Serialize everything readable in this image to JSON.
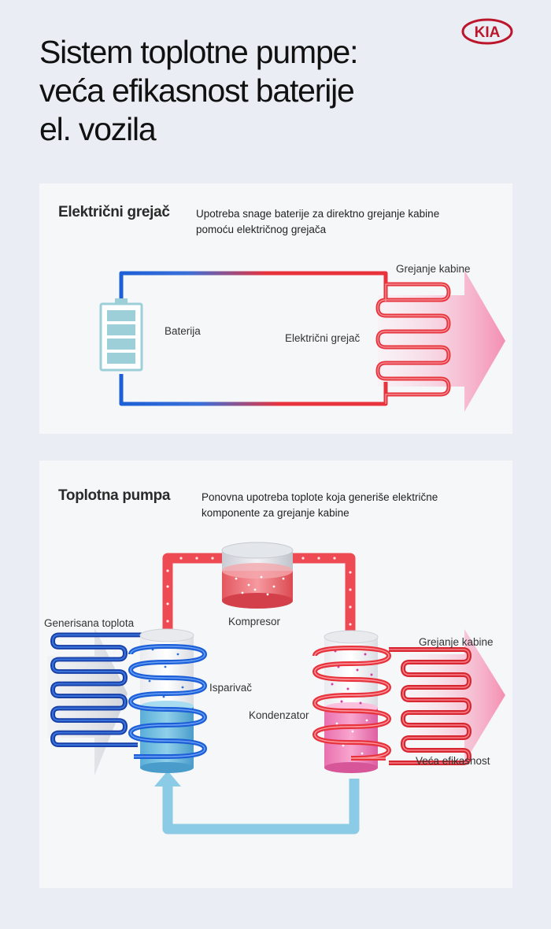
{
  "header": {
    "title_lines": [
      "Sistem toplotne pumpe:",
      "veća efikasnost baterije",
      "el. vozila"
    ],
    "logo_text": "KIA"
  },
  "colors": {
    "background": "#eaeef4",
    "panel": "#f6f7f8",
    "hot_red": "#e8323c",
    "cold_blue": "#1c5fd6",
    "light_blue": "#8ccbe6",
    "pink_arrow": "#f48fb2",
    "logo_red": "#bb162b"
  },
  "electric_heater": {
    "heading": "Električni grejač",
    "description_lines": [
      "Upotreba snage baterije za direktno grejanje kabine",
      "pomoću električnog grejača"
    ],
    "battery_label": "Baterija",
    "heater_label": "Električni grejač",
    "cabin_heating_label": "Grejanje kabine"
  },
  "heat_pump": {
    "heading": "Toplotna pumpa",
    "description_lines": [
      "Ponovna upotreba toplote koja generiše električne",
      "komponente za grejanje kabine"
    ],
    "generated_heat_label": "Generisana toplota",
    "compressor_label": "Kompresor",
    "evaporator_label": "Isparivač",
    "condenser_label": "Kondenzator",
    "cabin_heating_label": "Grejanje kabine",
    "efficiency_label": "Veća efikasnost"
  },
  "icons": [
    "kia-logo",
    "battery-icon",
    "heater-coil-icon",
    "compressor-icon",
    "evaporator-icon",
    "condenser-icon",
    "heat-arrow-icon",
    "return-arrow-icon"
  ]
}
